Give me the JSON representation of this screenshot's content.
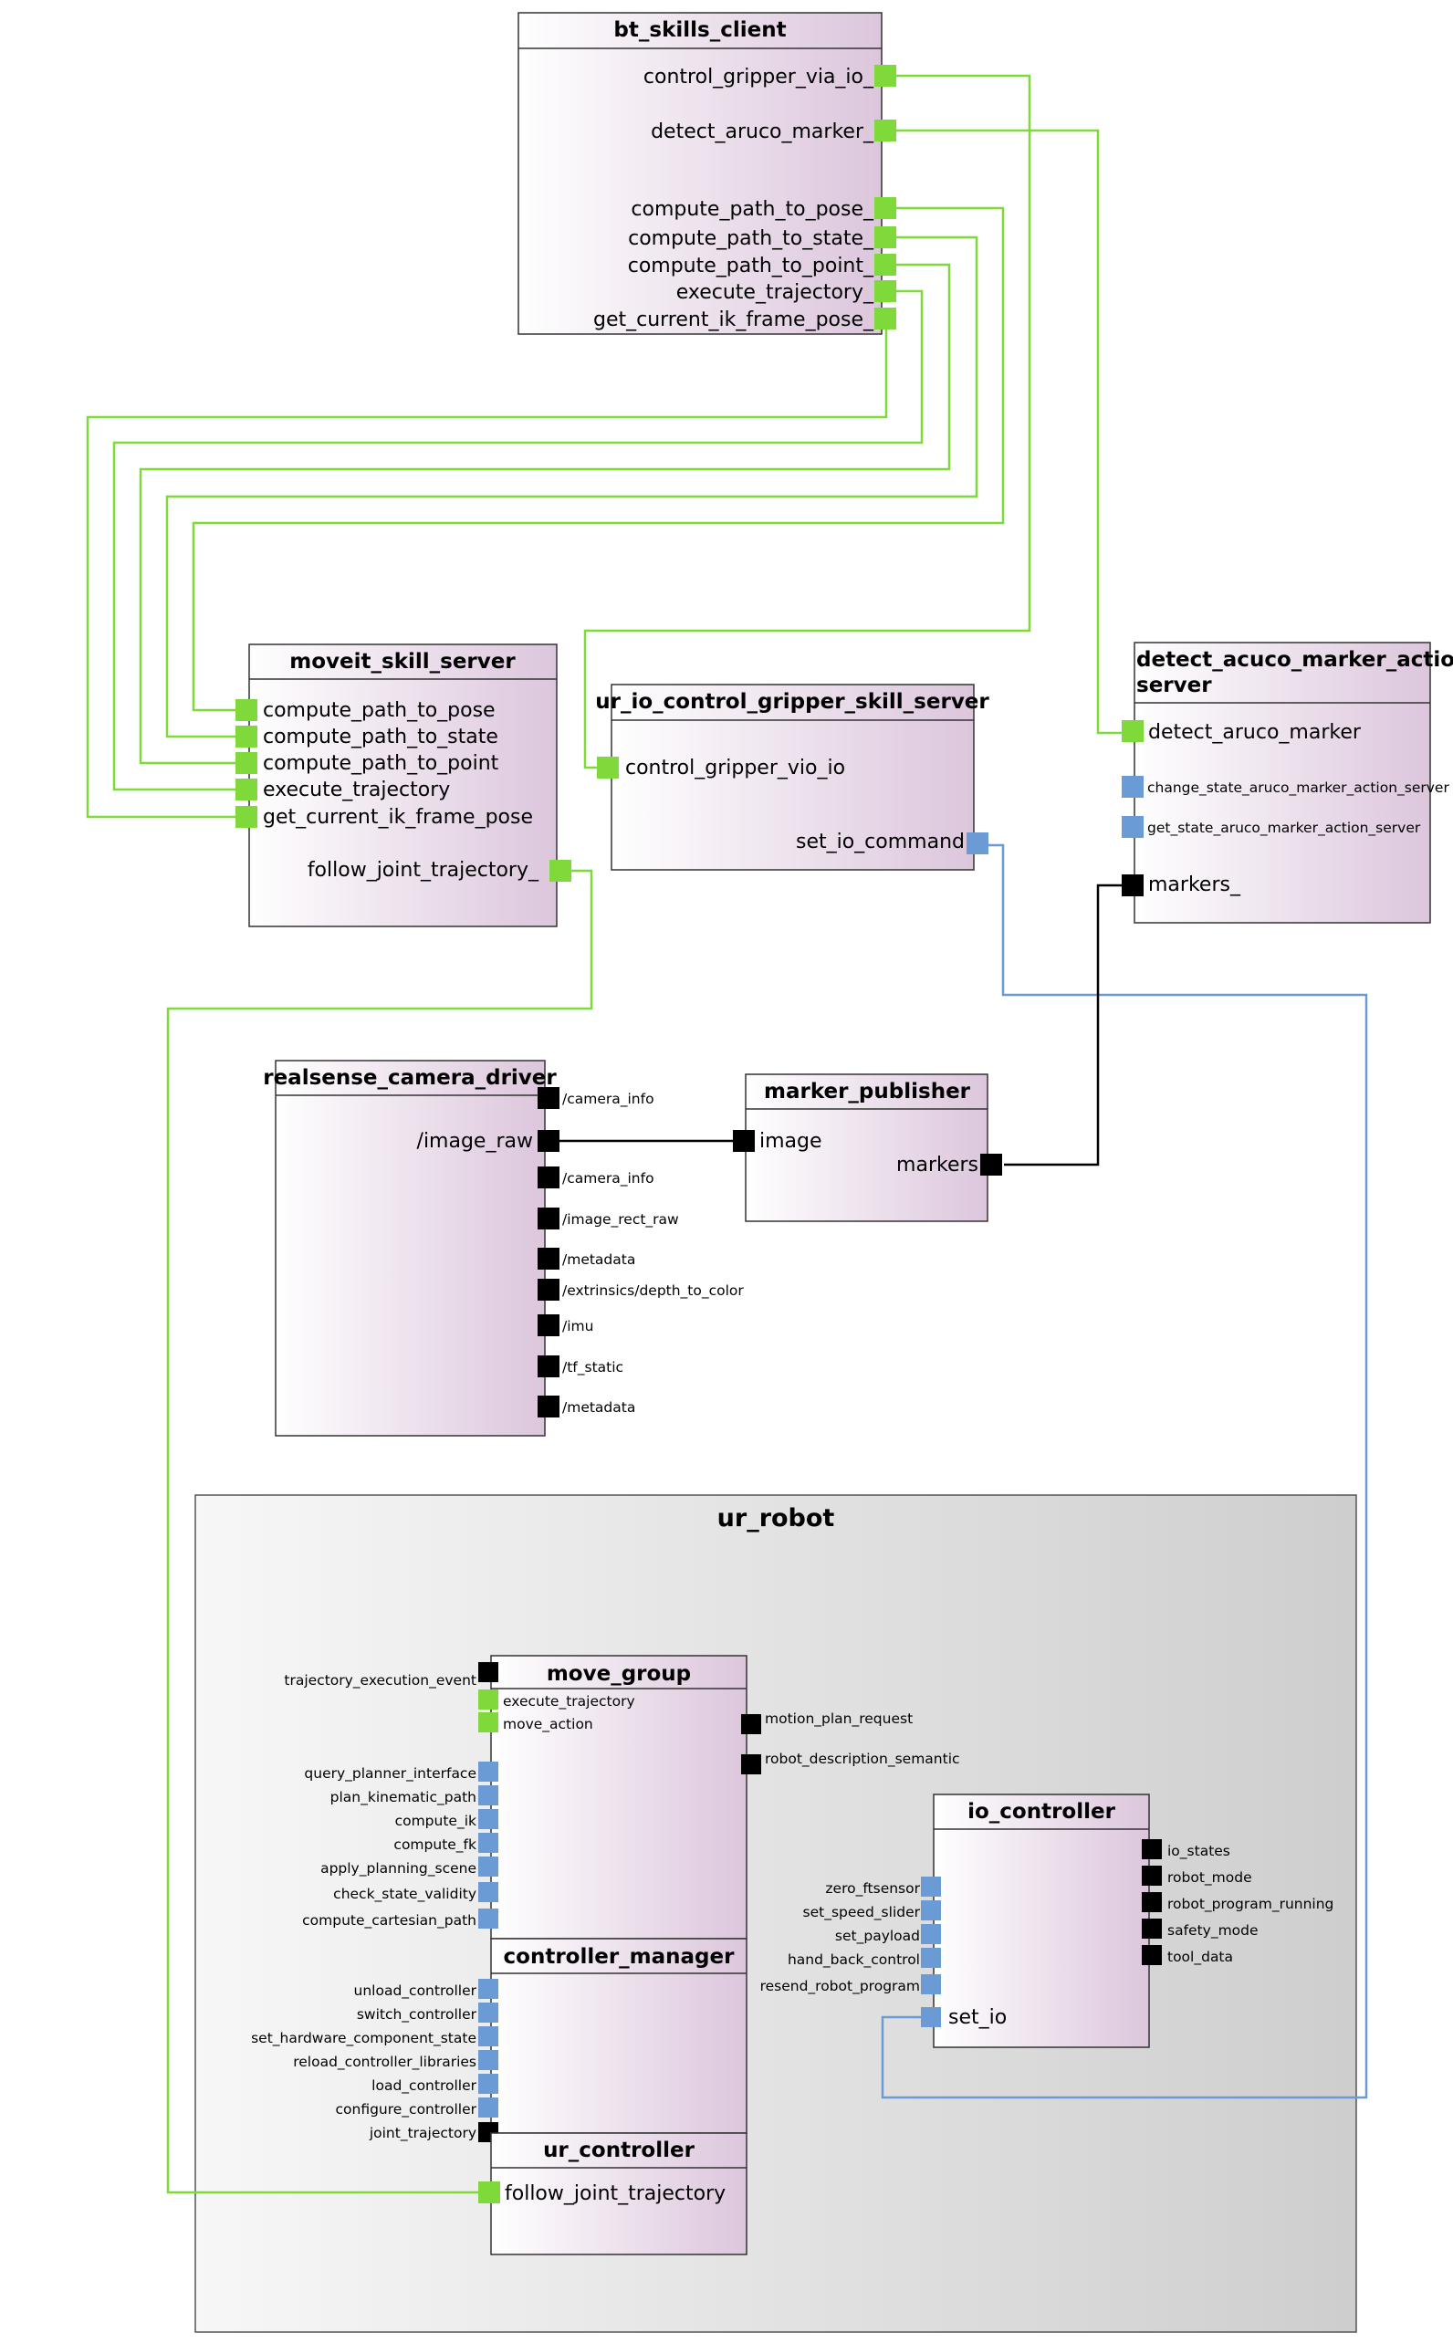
{
  "colors": {
    "action": "#7fd93a",
    "service": "#6a9bd4",
    "topic": "#000000",
    "node_fill_a": "#ffffff",
    "node_fill_b": "#dcc6dc",
    "group_fill_a": "#f6f6f6",
    "group_fill_b": "#cfcfcf",
    "border": "#333333"
  },
  "group": {
    "title": "ur_robot"
  },
  "nodes": {
    "bt": {
      "title": "bt_skills_client",
      "ports": [
        "control_gripper_via_io_",
        "detect_aruco_marker_",
        "compute_path_to_pose_",
        "compute_path_to_state_",
        "compute_path_to_point_",
        "execute_trajectory_",
        "get_current_ik_frame_pose_"
      ]
    },
    "moveit": {
      "title": "moveit_skill_server",
      "ports": [
        "compute_path_to_pose",
        "compute_path_to_state",
        "compute_path_to_point",
        "execute_trajectory",
        "get_current_ik_frame_pose",
        "follow_joint_trajectory_"
      ]
    },
    "urio": {
      "title": "ur_io_control_gripper_skill_server",
      "ports": [
        "control_gripper_vio_io",
        "set_io_command"
      ]
    },
    "detect": {
      "title_line1": "detect_acuco_marker_action_",
      "title_line2": "server",
      "ports": [
        "detect_aruco_marker",
        "change_state_aruco_marker_action_server",
        "get_state_aruco_marker_action_server",
        "markers_"
      ]
    },
    "realsense": {
      "title": "realsense_camera_driver",
      "ports": [
        "/camera_info",
        "/image_raw",
        "/camera_info",
        "/image_rect_raw",
        "/metadata",
        "/extrinsics/depth_to_color",
        "/imu",
        "/tf_static",
        "/metadata"
      ]
    },
    "marker": {
      "title": "marker_publisher",
      "ports": [
        "image",
        "markers"
      ]
    },
    "move_group": {
      "title": "move_group",
      "left_topic": "trajectory_execution_event",
      "actions": [
        "execute_trajectory",
        "move_action"
      ],
      "services": [
        "query_planner_interface",
        "plan_kinematic_path",
        "compute_ik",
        "compute_fk",
        "apply_planning_scene",
        "check_state_validity",
        "compute_cartesian_path"
      ],
      "right_topics": [
        "motion_plan_request",
        "robot_description_semantic"
      ]
    },
    "controller_manager": {
      "title": "controller_manager",
      "services": [
        "unload_controller",
        "switch_controller",
        "set_hardware_component_state",
        "reload_controller_libraries",
        "load_controller",
        "configure_controller"
      ],
      "topic": "joint_trajectory"
    },
    "ur_controller": {
      "title": "ur_controller",
      "port": "follow_joint_trajectory"
    },
    "io_controller": {
      "title": "io_controller",
      "services": [
        "zero_ftsensor",
        "set_speed_slider",
        "set_payload",
        "hand_back_control",
        "resend_robot_program",
        "set_io"
      ],
      "topics": [
        "io_states",
        "robot_mode",
        "robot_program_running",
        "safety_mode",
        "tool_data"
      ]
    }
  }
}
